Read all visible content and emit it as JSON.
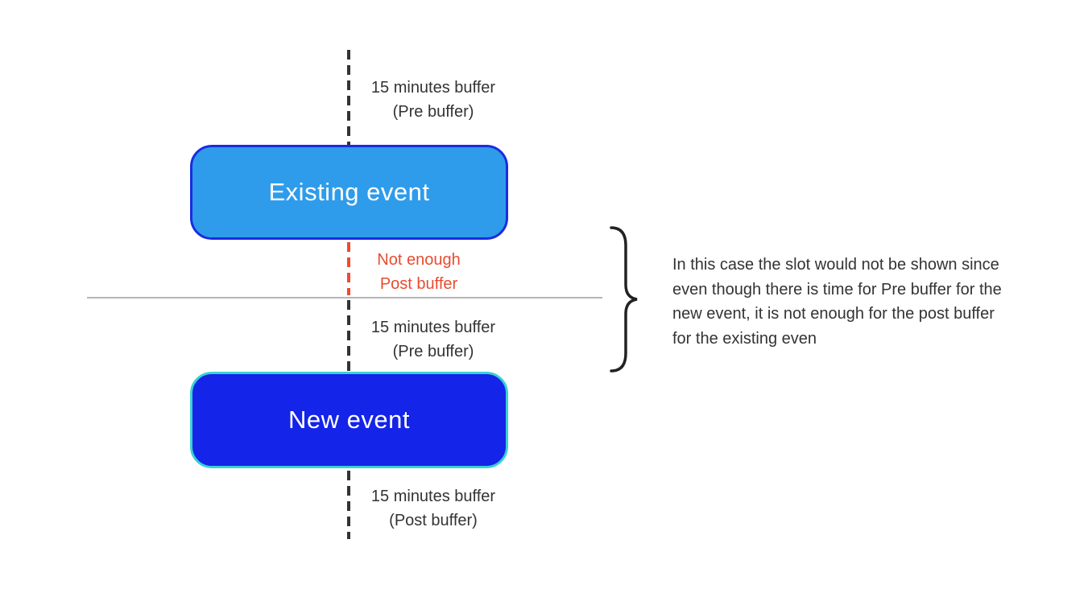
{
  "diagram": {
    "top_buffer": {
      "line1": "15 minutes buffer",
      "line2": "(Pre buffer)"
    },
    "existing_event": {
      "label": "Existing event",
      "fill": "#2e9ceb",
      "border": "#1b2ce0",
      "text_color": "#ffffff"
    },
    "not_enough": {
      "line1": "Not enough",
      "line2": "Post buffer",
      "color": "#e84c30"
    },
    "mid_buffer": {
      "line1": "15 minutes buffer",
      "line2": "(Pre buffer)"
    },
    "new_event": {
      "label": "New event",
      "fill": "#1424e8",
      "border": "#38d2d2",
      "text_color": "#ffffff"
    },
    "bottom_buffer": {
      "line1": "15 minutes buffer",
      "line2": "(Post buffer)"
    },
    "annotation": {
      "text": "In this case the slot would not be shown since even though there is time for Pre buffer for the new event, it is not enough for the post buffer for the existing even"
    },
    "colors": {
      "dashed_line": "#333333",
      "red_dashed_line": "#ee4a30",
      "availability_line": "#b5b5b5",
      "background": "#ffffff"
    }
  }
}
